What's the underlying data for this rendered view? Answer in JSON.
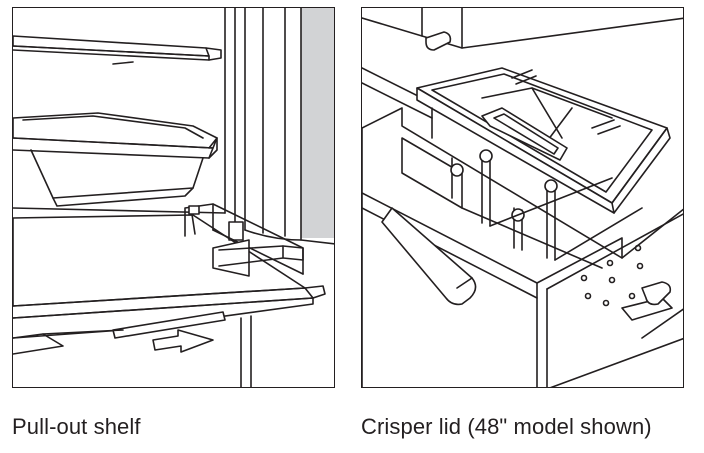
{
  "figures": [
    {
      "caption": "Pull-out shelf",
      "icon": "pull-out-shelf-illustration"
    },
    {
      "caption": "Crisper lid (48\" model shown)",
      "icon": "crisper-lid-illustration"
    }
  ],
  "colors": {
    "line": "#231f20",
    "shade": "#d2d3d5",
    "background": "#ffffff"
  }
}
